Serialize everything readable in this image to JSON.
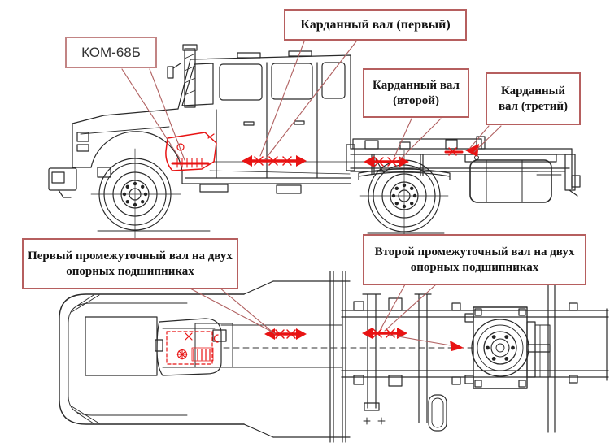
{
  "callouts": {
    "kom": {
      "label": "КОМ-68Б"
    },
    "cardan1": {
      "label": "Карданный вал (первый)"
    },
    "cardan2": {
      "label": "Карданный вал (второй)"
    },
    "cardan3": {
      "label": "Карданный вал (третий)"
    },
    "inter1": {
      "label": "Первый промежуточный вал на двух опорных подшипниках"
    },
    "inter2": {
      "label": "Второй промежуточный вал на двух опорных подшипниках"
    }
  },
  "colors": {
    "line": "#2a2a2a",
    "highlight_red": "#e81313",
    "leader_line": "#b06060",
    "callout_border": "#b65f5f",
    "background": "#ffffff"
  },
  "views": {
    "top_view": "side elevation of crew-cab truck chassis",
    "bottom_view": "plan view of chassis driveline"
  }
}
